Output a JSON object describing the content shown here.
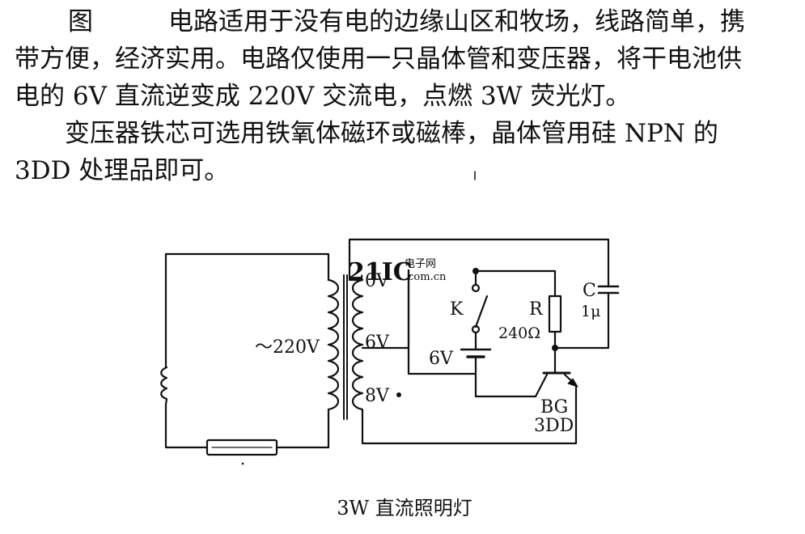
{
  "paragraph1": {
    "line1_tag": "图",
    "line1_text": "电路适用于没有电的边缘山区和牧场，线路简单，携",
    "line2": "带方便，经济实用。电路仅使用一只晶体管和变压器，将干电池供",
    "line3": "电的 6V 直流逆变成 220V 交流电，点燃 3W 荧光灯。"
  },
  "paragraph2": {
    "line1": "变压器铁芯可选用铁氧体磁环或磁棒，晶体管用硅 NPN 的",
    "line2": "3DD 处理品即可。"
  },
  "circuit": {
    "label_ac": "～220V",
    "tap_0v": "0V",
    "tap_6v": "6V",
    "tap_8v": "8V",
    "switch_label": "K",
    "battery_label": "6V",
    "resistor_label": "R",
    "resistor_value": "240Ω",
    "capacitor_label": "C",
    "capacitor_value": "1μ",
    "transistor_label": "BG",
    "transistor_model": "3DD",
    "watermark_main": "21IC",
    "watermark_small": "电子网",
    "watermark_domain": ".com.cn"
  },
  "caption": "3W 直流照明灯"
}
